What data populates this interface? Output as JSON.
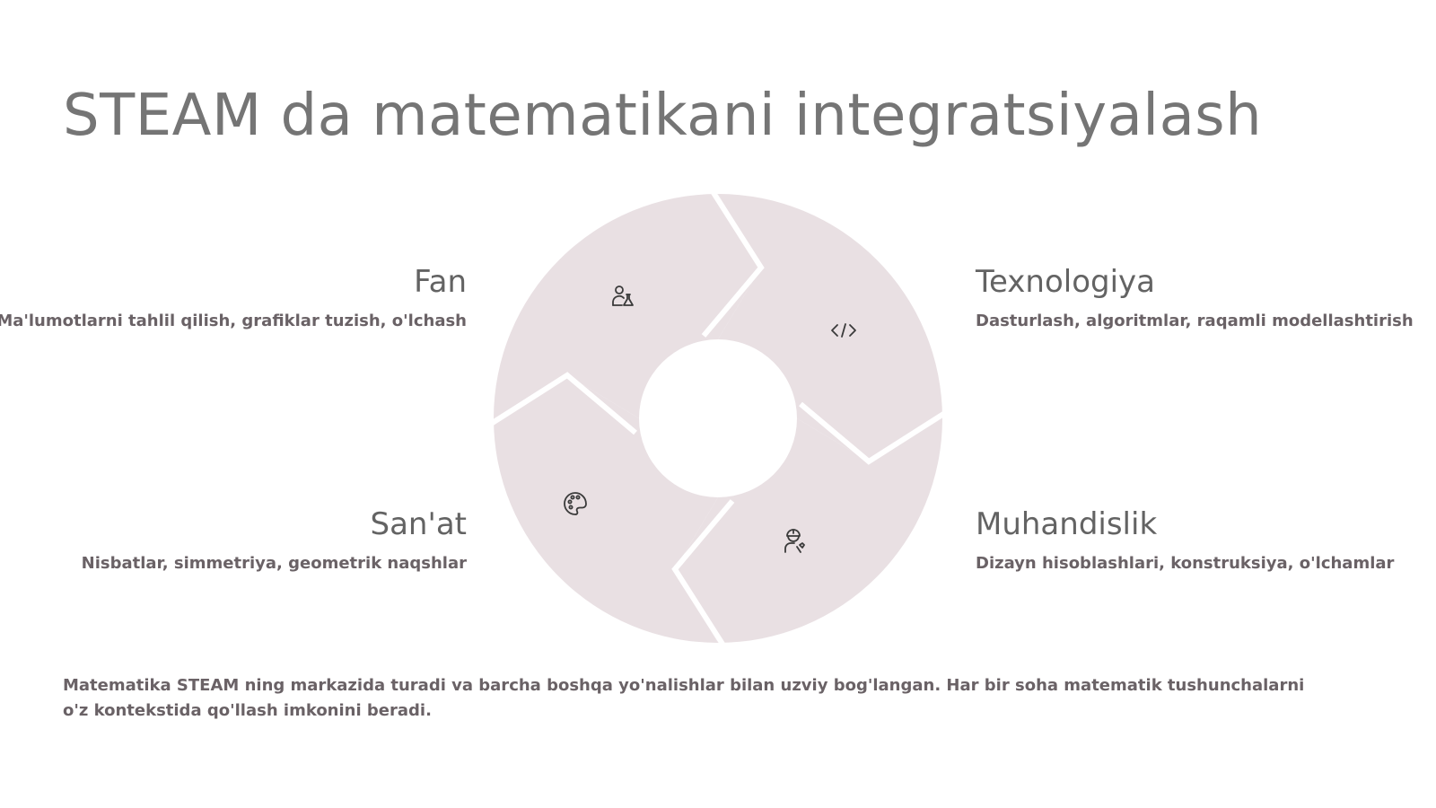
{
  "title": "STEAM da matematikani integratsiyalash",
  "colors": {
    "segment_fill": "#e9e0e3",
    "icon_stroke": "#3a3a3a",
    "title_color": "#757575",
    "text_color": "#6a6266"
  },
  "segments": [
    {
      "id": "fan",
      "title": "Fan",
      "description": "Ma'lumotlarni tahlil qilish, grafiklar tuzish, o'lchash",
      "icon": "scientist-icon"
    },
    {
      "id": "texnologiya",
      "title": "Texnologiya",
      "description": "Dasturlash, algoritmlar, raqamli modellashtirish",
      "icon": "code-icon"
    },
    {
      "id": "muhandislik",
      "title": "Muhandislik",
      "description": "Dizayn hisoblashlari, konstruksiya, o'lchamlar",
      "icon": "engineer-icon"
    },
    {
      "id": "sanat",
      "title": "San'at",
      "description": "Nisbatlar, simmetriya, geometrik naqshlar",
      "icon": "palette-icon"
    }
  ],
  "footer": "Matematika STEAM ning markazida turadi va barcha boshqa yo'nalishlar bilan uzviy bog'langan. Har bir soha matematik tushunchalarni o'z kontekstida qo'llash imkonini beradi."
}
